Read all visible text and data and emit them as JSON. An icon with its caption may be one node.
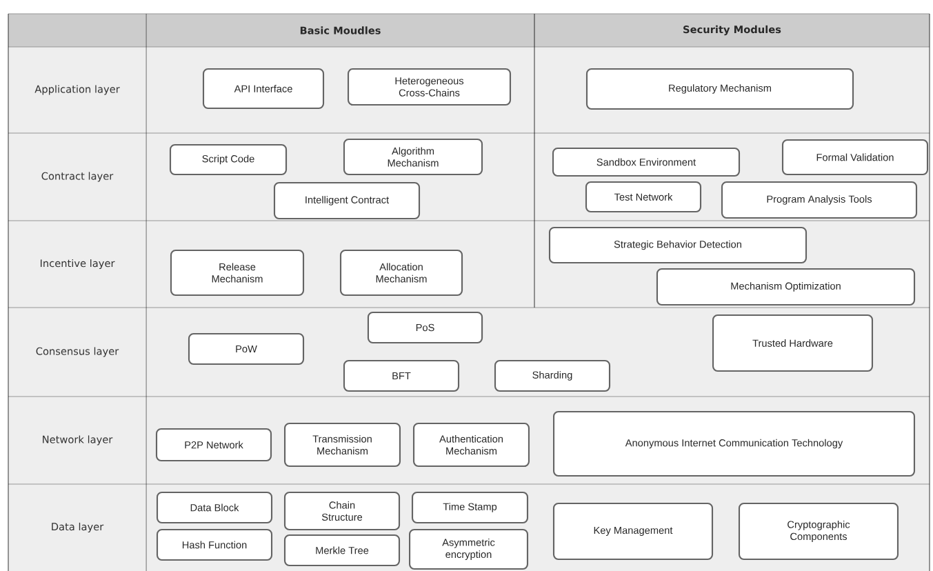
{
  "diagram": {
    "nodes": [
      {
        "text": [
          "API Interface"
        ]
      },
      {
        "text": [
          "Heterogeneous Cross-Chains"
        ]
      },
      {
        "text": [
          "Regulatory Mechanism"
        ]
      },
      {
        "text": [
          "Script Code"
        ]
      },
      {
        "text": [
          "Algorithm Mechanism"
        ]
      },
      {
        "text": [
          "Sandbox Environment"
        ]
      },
      {
        "text": [
          "Formal Validation"
        ]
      },
      {
        "text": [
          "Intelligent Contract"
        ]
      },
      {
        "text": [
          "Test Network"
        ]
      },
      {
        "text": [
          "Program Analysis Tools"
        ]
      },
      {
        "text": [
          "Strategic Behavior Detection"
        ]
      },
      {
        "text": [
          "Release Mechanism"
        ]
      },
      {
        "text": [
          "Allocation Mechanism"
        ]
      },
      {
        "text": [
          "Mechanism Optimization"
        ]
      },
      {
        "text": [
          "PoS"
        ]
      },
      {
        "text": [
          "PoW"
        ]
      },
      {
        "text": [
          "Trusted Hardware"
        ]
      },
      {
        "text": [
          "BFT"
        ]
      },
      {
        "text": [
          "Sharding"
        ]
      },
      {
        "text": [
          "P2P Network"
        ]
      },
      {
        "text": [
          "Transmission Mechanism"
        ]
      },
      {
        "text": [
          "Authentication Mechanism"
        ]
      },
      {
        "text": [
          "Anonymous Internet Communication Technology"
        ]
      },
      {
        "text": [
          "Data Block"
        ]
      },
      {
        "text": [
          "Chain Structure"
        ]
      },
      {
        "text": [
          "Time Stamp"
        ]
      },
      {
        "text": [
          "Key Management"
        ]
      },
      {
        "text": [
          "Cryptographic Components"
        ]
      },
      {
        "text": [
          "Hash Function"
        ]
      },
      {
        "text": [
          "Merkle Tree"
        ]
      },
      {
        "text": [
          "Asymmetric encryption"
        ]
      }
    ],
    "labels": [
      "Basic Moudles",
      "Security Modules",
      "Application layer",
      "Contract layer",
      "Incentive layer",
      "Consensus layer",
      "Network layer",
      "Data layer"
    ]
  }
}
